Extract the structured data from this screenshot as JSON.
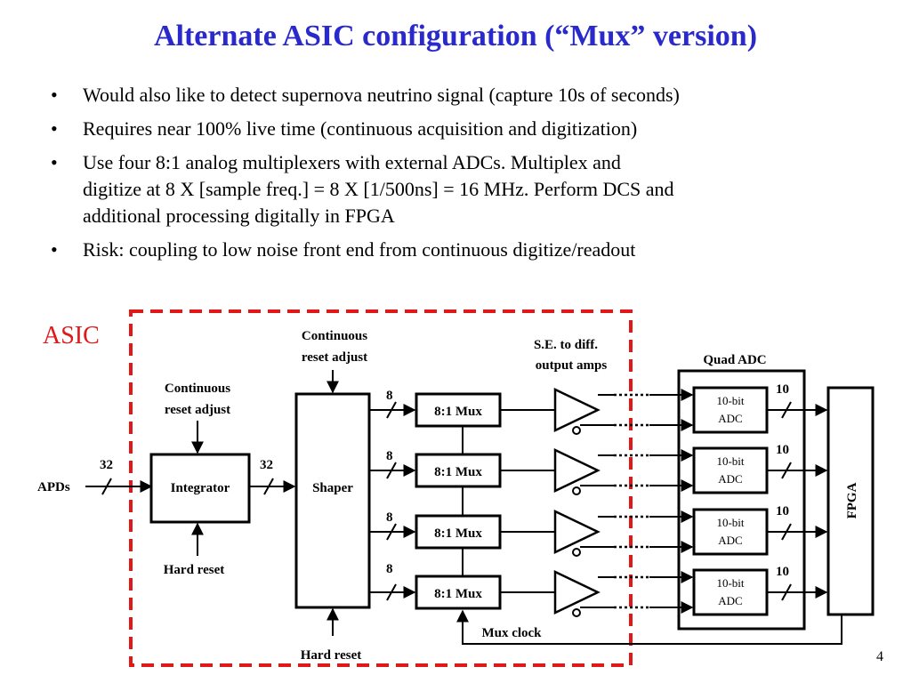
{
  "title": "Alternate ASIC configuration (“Mux” version)",
  "bullets": [
    {
      "lines": [
        "Would also like to detect supernova neutrino signal (capture 10s of seconds)"
      ]
    },
    {
      "lines": [
        "Requires near 100% live time (continuous acquisition and digitization)"
      ]
    },
    {
      "lines": [
        "Use four 8:1 analog multiplexers with external ADCs.  Multiplex and",
        "digitize at 8 X [sample freq.] = 8 X [1/500ns] = 16 MHz.  Perform DCS and",
        "additional processing digitally in FPGA"
      ]
    },
    {
      "lines": [
        "Risk:  coupling to low noise front end from continuous digitize/readout"
      ]
    }
  ],
  "diagram": {
    "asic_label": "ASIC",
    "apds_label": "APDs",
    "apds_bus_width": "32",
    "integrator_label": "Integrator",
    "integrator_bus_width": "32",
    "integrator_top_label": [
      "Continuous",
      "reset adjust"
    ],
    "integrator_bottom_label": "Hard reset",
    "shaper_label": "Shaper",
    "shaper_top_label": [
      "Continuous",
      "reset adjust"
    ],
    "shaper_bottom_label": "Hard reset",
    "amps_label": [
      "S.E. to diff.",
      "output amps"
    ],
    "quad_adc_label": "Quad ADC",
    "fpga_label": "FPGA",
    "mux_clock_label": "Mux clock",
    "channels": [
      {
        "mux_label": "8:1 Mux",
        "mux_bus_width": "8",
        "adc_label": [
          "10-bit",
          "ADC"
        ],
        "adc_bus_width": "10"
      },
      {
        "mux_label": "8:1 Mux",
        "mux_bus_width": "8",
        "adc_label": [
          "10-bit",
          "ADC"
        ],
        "adc_bus_width": "10"
      },
      {
        "mux_label": "8:1 Mux",
        "mux_bus_width": "8",
        "adc_label": [
          "10-bit",
          "ADC"
        ],
        "adc_bus_width": "10"
      },
      {
        "mux_label": "8:1 Mux",
        "mux_bus_width": "8",
        "adc_label": [
          "10-bit",
          "ADC"
        ],
        "adc_bus_width": "10"
      }
    ],
    "colors": {
      "asic_border": "#e01818",
      "title": "#2a2acc",
      "line": "#000000"
    }
  },
  "slide_number": "4"
}
